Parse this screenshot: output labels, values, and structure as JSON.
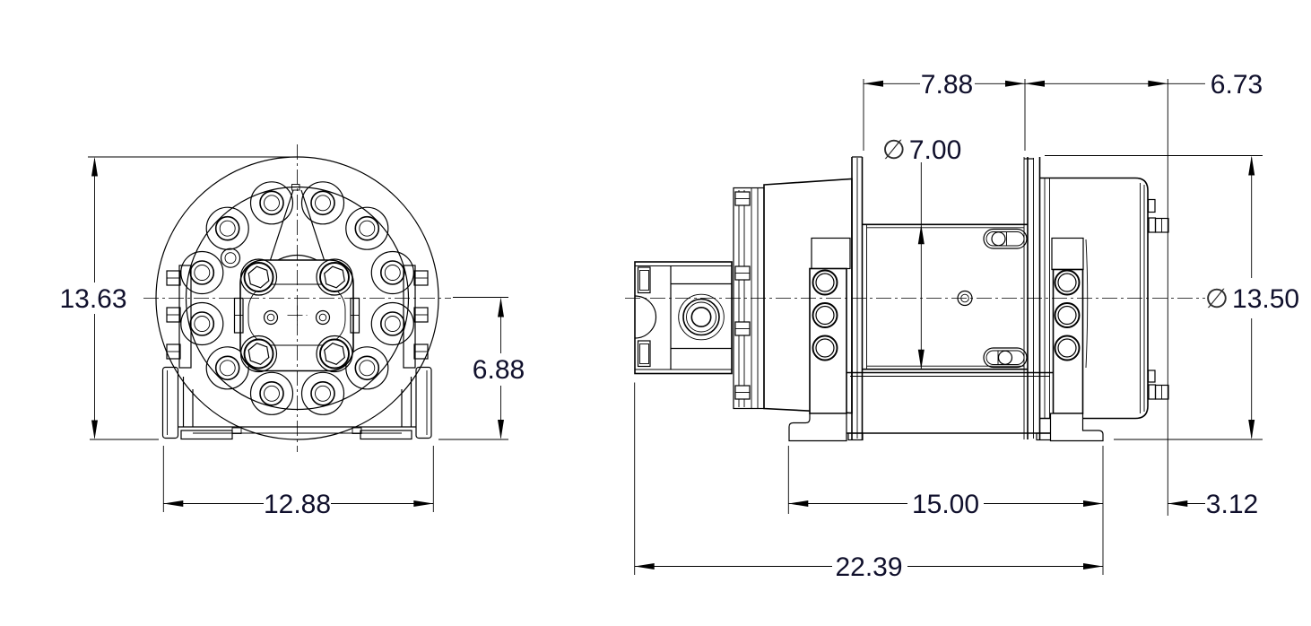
{
  "colors": {
    "background": "#ffffff",
    "lines": "#000000",
    "dim_text": "#10102c"
  },
  "drawing": {
    "type": "engineering-dimension-drawing",
    "front_view": {
      "dims": {
        "overall_height": {
          "value": "13.63"
        },
        "center_height": {
          "value": "6.88"
        },
        "base_width": {
          "value": "12.88"
        }
      }
    },
    "side_view": {
      "dims": {
        "drum_width": {
          "value": "7.88"
        },
        "gear_end_width": {
          "value": "6.73"
        },
        "barrel_dia": {
          "prefix": "∅",
          "value": "7.00"
        },
        "flange_dia": {
          "prefix": "∅",
          "value": "13.50"
        },
        "base_length": {
          "value": "15.00"
        },
        "rear_offset": {
          "value": "3.12"
        },
        "overall_length": {
          "value": "22.39"
        }
      }
    }
  }
}
